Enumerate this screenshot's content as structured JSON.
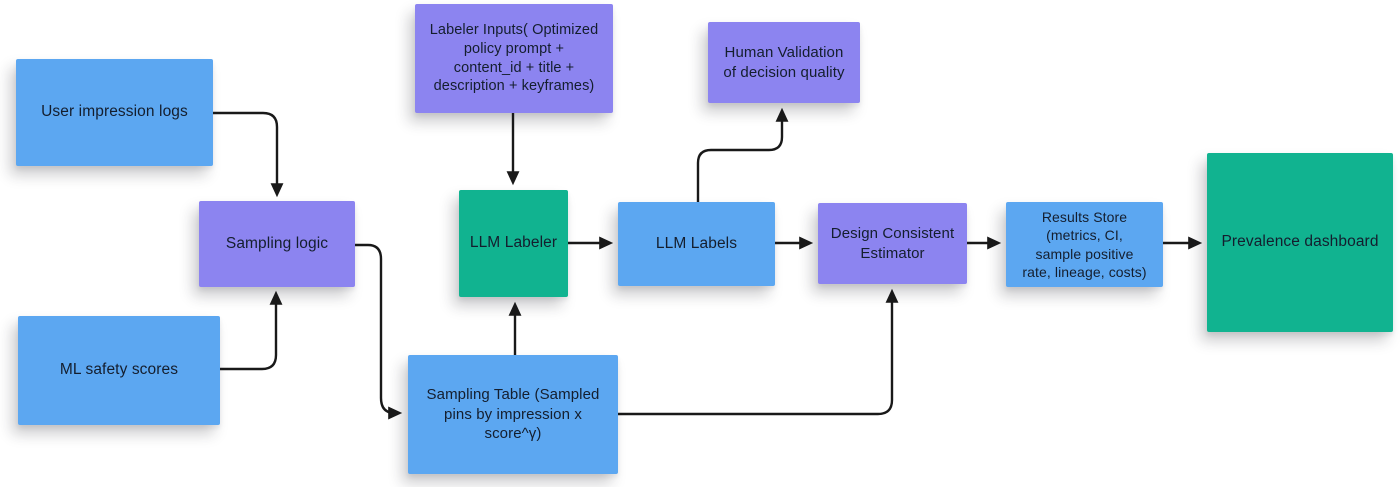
{
  "diagram": {
    "title": "LLM labeling prevalence-measurement pipeline flowchart",
    "background_color": "#ffffff",
    "colors": {
      "blue_note": "#5ca7f1",
      "purple_note": "#8c84f0",
      "teal_note": "#11b390",
      "connector": "#191919",
      "text": "#141e2e"
    },
    "nodes": [
      {
        "id": "user-impression-logs",
        "label": "User impression logs",
        "color": "blue"
      },
      {
        "id": "ml-safety-scores",
        "label": "ML safety scores",
        "color": "blue"
      },
      {
        "id": "sampling-logic",
        "label": "Sampling logic",
        "color": "purple"
      },
      {
        "id": "labeler-inputs",
        "label": "Labeler Inputs( Optimized\npolicy prompt +\ncontent_id + title +\ndescription + keyframes)",
        "color": "purple"
      },
      {
        "id": "llm-labeler",
        "label": "LLM Labeler",
        "color": "teal"
      },
      {
        "id": "llm-labels",
        "label": "LLM Labels",
        "color": "blue"
      },
      {
        "id": "human-validation",
        "label": "Human Validation\nof decision quality",
        "color": "purple"
      },
      {
        "id": "design-consistent-estimator",
        "label": "Design Consistent\nEstimator",
        "color": "purple"
      },
      {
        "id": "sampling-table",
        "label": "Sampling Table (Sampled\npins  by impression x\nscore^γ)",
        "color": "blue"
      },
      {
        "id": "results-store",
        "label": "Results Store\n(metrics, CI,\nsample positive\nrate, lineage, costs)",
        "color": "blue"
      },
      {
        "id": "prevalence-dashboard",
        "label": "Prevalence dashboard",
        "color": "teal"
      }
    ],
    "edges": [
      {
        "from": "user-impression-logs",
        "to": "sampling-logic"
      },
      {
        "from": "ml-safety-scores",
        "to": "sampling-logic"
      },
      {
        "from": "sampling-logic",
        "to": "sampling-table"
      },
      {
        "from": "labeler-inputs",
        "to": "llm-labeler"
      },
      {
        "from": "sampling-table",
        "to": "llm-labeler"
      },
      {
        "from": "llm-labeler",
        "to": "llm-labels"
      },
      {
        "from": "llm-labels",
        "to": "human-validation"
      },
      {
        "from": "llm-labels",
        "to": "design-consistent-estimator"
      },
      {
        "from": "sampling-table",
        "to": "design-consistent-estimator"
      },
      {
        "from": "design-consistent-estimator",
        "to": "results-store"
      },
      {
        "from": "results-store",
        "to": "prevalence-dashboard"
      }
    ]
  }
}
